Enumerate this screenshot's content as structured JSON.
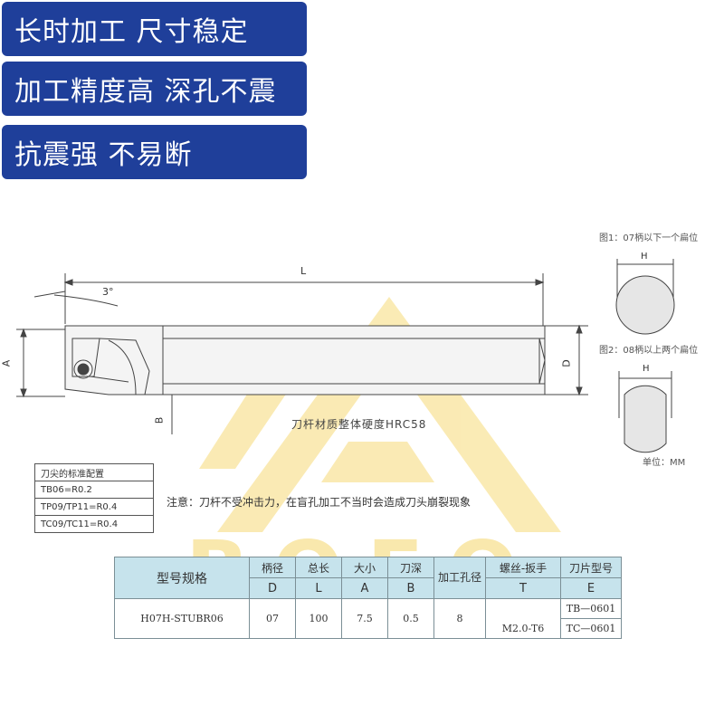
{
  "banners": [
    "长时加工 尺寸稳定",
    "加工精度高 深孔不震",
    "抗震强 不易断"
  ],
  "drawing": {
    "dim_L": "L",
    "dim_angle": "3°",
    "dim_A": "A",
    "dim_B": "B",
    "dim_D": "D",
    "material_note": "刀杆材质整体硬度HRC58",
    "fig1_caption": "图1：07柄以下一个扁位",
    "fig1_dim": "H",
    "fig2_caption": "图2：08柄以上两个扁位",
    "fig2_dim": "H",
    "unit": "单位：MM"
  },
  "tip_config": {
    "title": "刀尖的标准配置",
    "rows": [
      "TB06=R0.2",
      "TP09/TP11=R0.4",
      "TC09/TC11=R0.4"
    ]
  },
  "notice": "注意：刀杆不受冲击力，在盲孔加工不当时会造成刀头崩裂现象",
  "spec_table": {
    "model_header": "型号规格",
    "headers": [
      {
        "top": "柄径",
        "sub": "D"
      },
      {
        "top": "总长",
        "sub": "L"
      },
      {
        "top": "大小",
        "sub": "A"
      },
      {
        "top": "刀深",
        "sub": "B"
      },
      {
        "top": "加工孔径",
        "sub": ""
      },
      {
        "top": "螺丝-扳手",
        "sub": "T"
      },
      {
        "top": "刀片型号",
        "sub": "E"
      }
    ],
    "row": {
      "model": "H07H-STUBR06",
      "D": "07",
      "L": "100",
      "A": "7.5",
      "B": "0.5",
      "hole": "8",
      "T": "M2.0-T6",
      "E": [
        "TB—0601",
        "TC—0601"
      ]
    }
  },
  "watermark": "BOFO",
  "colors": {
    "banner_bg": "#1f3f9a",
    "table_header_bg": "#c6e3ec",
    "watermark": "#f6da78"
  }
}
